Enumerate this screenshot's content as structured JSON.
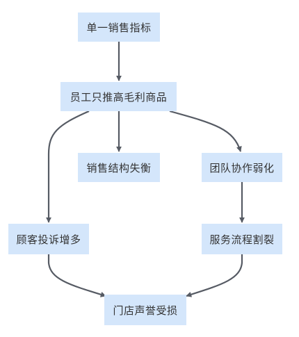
{
  "colors": {
    "node_fill": "#d4e6fb",
    "edge": "#565b64",
    "text": "#333333",
    "background": "#ffffff"
  },
  "nodes": {
    "single_kpi": "单一销售指标",
    "push_high_margin": "员工只推高毛利商品",
    "sales_structure_imbalance": "销售结构失衡",
    "teamwork_weakened": "团队协作弱化",
    "customer_complaints": "顾客投诉增多",
    "service_process_fragmented": "服务流程割裂",
    "store_reputation_damaged": "门店声誉受损"
  },
  "edges": [
    {
      "from": "single_kpi",
      "to": "push_high_margin"
    },
    {
      "from": "push_high_margin",
      "to": "customer_complaints"
    },
    {
      "from": "push_high_margin",
      "to": "sales_structure_imbalance"
    },
    {
      "from": "push_high_margin",
      "to": "teamwork_weakened"
    },
    {
      "from": "teamwork_weakened",
      "to": "service_process_fragmented"
    },
    {
      "from": "customer_complaints",
      "to": "store_reputation_damaged"
    },
    {
      "from": "service_process_fragmented",
      "to": "store_reputation_damaged"
    }
  ]
}
